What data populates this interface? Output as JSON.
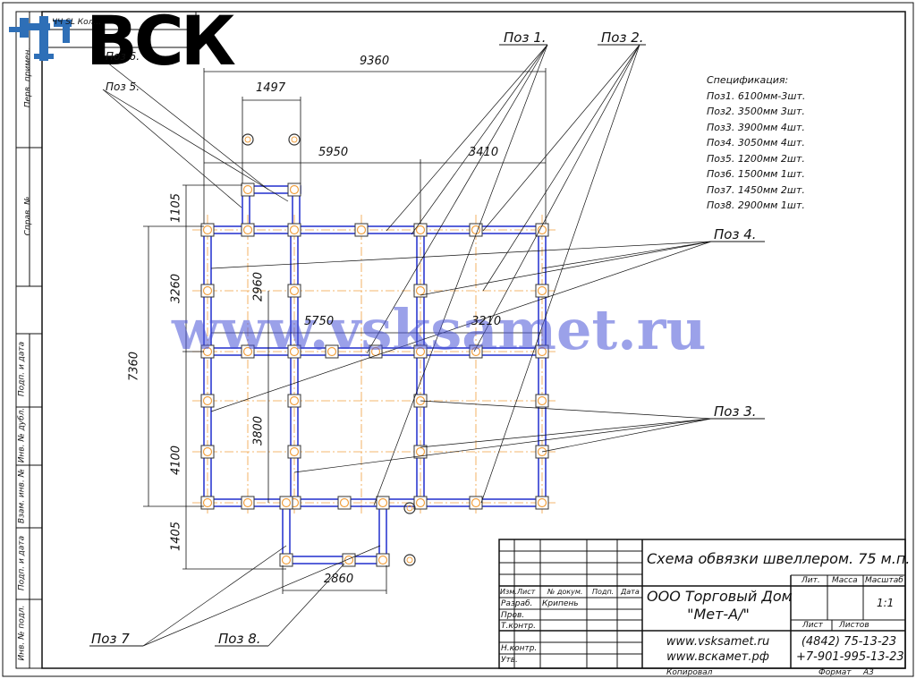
{
  "logo": {
    "text": "ВСК",
    "top_note": "ЧЧ SL Кол..."
  },
  "watermark": "www.vsksamet.ru",
  "margin_labels": [
    "Перв. примен.",
    "Справ. №",
    "Подп. и дата",
    "Инв. № дубл.",
    "Взам. инв. №",
    "Подп. и дата",
    "Инв. № подл."
  ],
  "dimensions": {
    "total_width": "9360",
    "top_small": "1497",
    "upper_left": "5950",
    "upper_right": "3410",
    "mid_left": "5750",
    "mid_right": "3210",
    "height_total": "7360",
    "h1105": "1105",
    "h3260": "3260",
    "h4100": "4100",
    "h1405": "1405",
    "inner_2960": "2960",
    "inner_3800": "3800",
    "bottom_2860": "2860"
  },
  "positions": {
    "poz1": "Поз 1.",
    "poz2": "Поз 2.",
    "poz3": "Поз 3.",
    "poz4": "Поз 4.",
    "poz5": "Поз 5.",
    "poz6": "Поз 6.",
    "poz7": "Поз 7",
    "poz8": "Поз 8."
  },
  "specification": {
    "title": "Спецификация:",
    "items": [
      "Поз1. 6100мм-3шт.",
      "Поз2. 3500мм 3шт.",
      "Поз3. 3900мм 4шт.",
      "Поз4. 3050мм 4шт.",
      "Поз5. 1200мм 2шт.",
      "Поз6. 1500мм 1шт.",
      "Поз7. 1450мм 2шт.",
      "Поз8. 2900мм 1шт."
    ]
  },
  "title_block": {
    "drawing_title": "Схема обвязки швеллером. 75 м.п.",
    "company_line1": "ООО Торговый Дом",
    "company_line2": "\"Мет-А/\"",
    "site1": "www.vsksamet.ru",
    "site2": "www.вскамет.рф",
    "phone1": "(4842) 75-13-23",
    "phone2": "+7-901-995-13-23",
    "col_izm": "Изм.",
    "col_list": "Лист",
    "col_doc": "№ докум.",
    "col_podp": "Подп.",
    "col_data": "Дата",
    "razrab": "Разраб.",
    "razrab_name": "Крипень",
    "prov": "Пров.",
    "tkontr": "Т.контр.",
    "nkontr": "Н.контр.",
    "utv": "Утв.",
    "lit": "Лит.",
    "massa": "Масса",
    "masshtab": "Масштаб",
    "scale": "1:1",
    "list": "Лист",
    "listov": "Листов",
    "kopiroval": "Копировал",
    "format": "Формат",
    "format_value": "А3"
  }
}
